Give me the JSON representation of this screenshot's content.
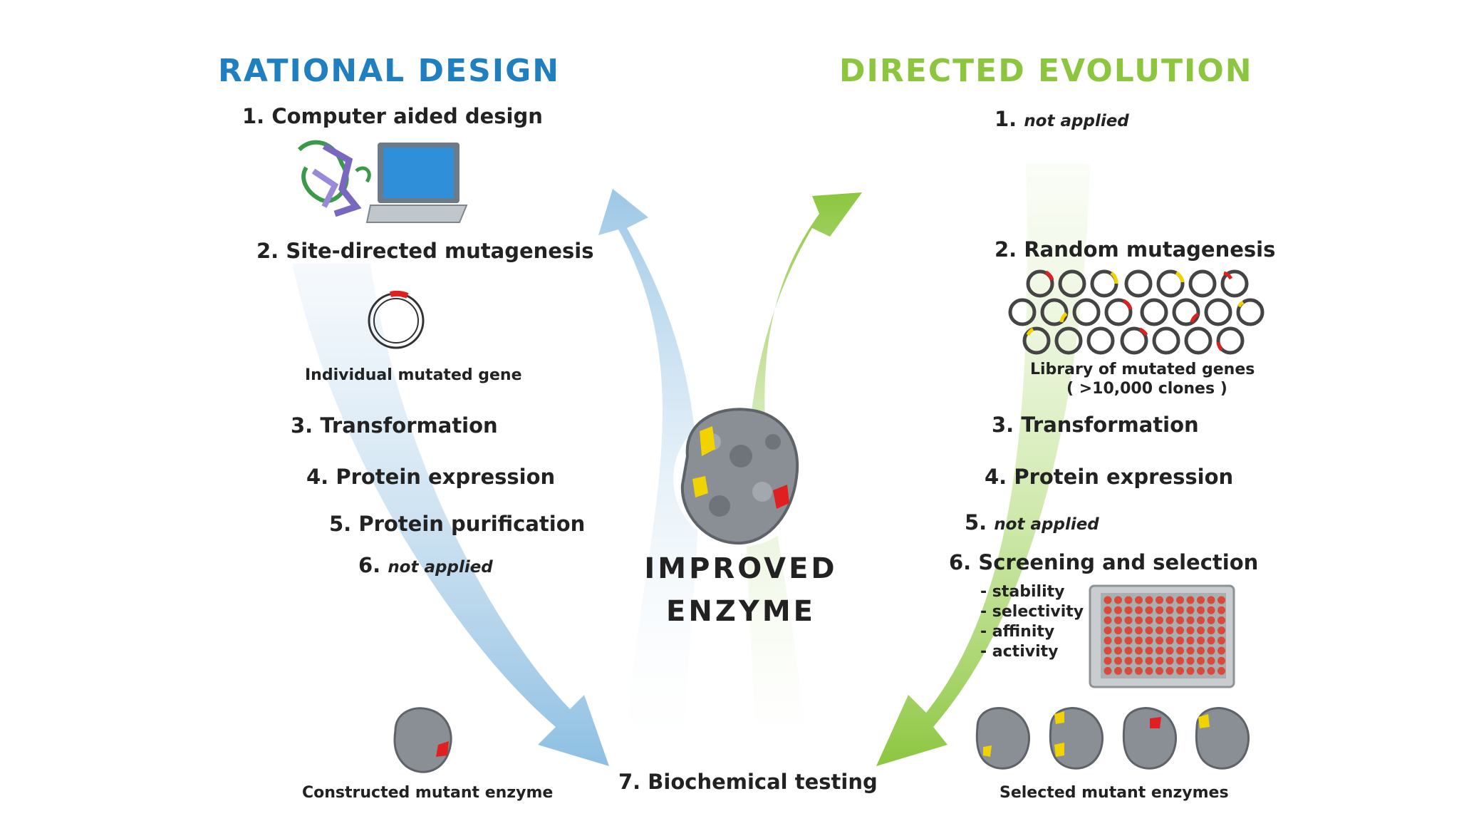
{
  "rational": {
    "title": "RATIONAL DESIGN",
    "steps": [
      {
        "num": "1.",
        "label": "Computer aided design"
      },
      {
        "num": "2.",
        "label": "Site-directed mutagenesis"
      },
      {
        "num": "3.",
        "label": "Transformation"
      },
      {
        "num": "4.",
        "label": "Protein expression"
      },
      {
        "num": "5.",
        "label": "Protein purification"
      },
      {
        "num": "6.",
        "label": "not applied"
      }
    ],
    "gene_caption": "Individual mutated gene",
    "mutant_caption": "Constructed mutant enzyme",
    "color": "#1f7fbf"
  },
  "directed": {
    "title": "DIRECTED  EVOLUTION",
    "steps": [
      {
        "num": "1.",
        "label": "not applied"
      },
      {
        "num": "2.",
        "label": "Random mutagenesis"
      },
      {
        "num": "3.",
        "label": "Transformation"
      },
      {
        "num": "4.",
        "label": "Protein expression"
      },
      {
        "num": "5.",
        "label": "not applied"
      },
      {
        "num": "6.",
        "label": "Screening and selection"
      }
    ],
    "library_caption_1": "Library of mutated genes",
    "library_caption_2": "( >10,000 clones )",
    "criteria": [
      "- stability",
      "- selectivity",
      "- affinity",
      "- activity"
    ],
    "mutant_caption": "Selected mutant enzymes",
    "color": "#8cc63f"
  },
  "center": {
    "line1": "IMPROVED",
    "line2": "ENZYME",
    "final_step": "7. Biochemical testing"
  }
}
